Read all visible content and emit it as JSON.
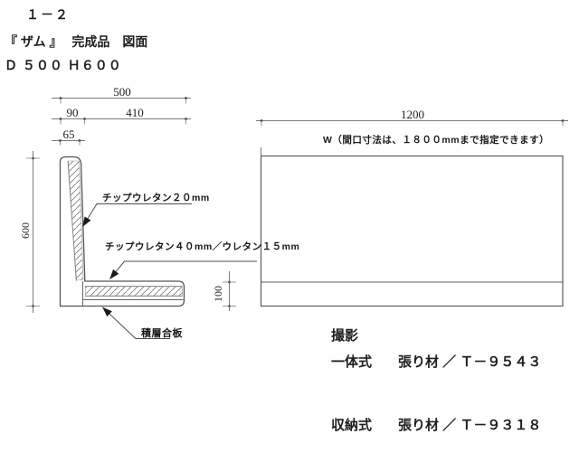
{
  "colors": {
    "background": "#ffffff",
    "line": "#5a5a5a",
    "text": "#1a1a1a"
  },
  "sheet": {
    "number": "１－２",
    "title": "『 ザム 』　 完成品　図面",
    "size": "Ｄ ５００ Ｈ６００"
  },
  "side_view": {
    "dim_total_width": "500",
    "dim_back_depth": "90",
    "dim_seat_depth": "410",
    "dim_back_top_thickness": "65",
    "dim_total_height": "600",
    "label_back_foam": "チップウレタン２０mm",
    "label_seat_foam": "チップウレタン４０mm／ウレタン１５mm",
    "label_plywood": "積層合板"
  },
  "front_view": {
    "dim_width": "1200",
    "dim_front_rail_height": "100",
    "note_width": "W（間口寸法は、１８００mmまで指定できます）"
  },
  "finish": {
    "heading": "撮影",
    "rows": [
      {
        "type": "一体式",
        "material": "張り材 ／ Ｔ－９５４３"
      },
      {
        "type": "収納式",
        "material": "張り材 ／ Ｔ－９３１８"
      }
    ]
  }
}
